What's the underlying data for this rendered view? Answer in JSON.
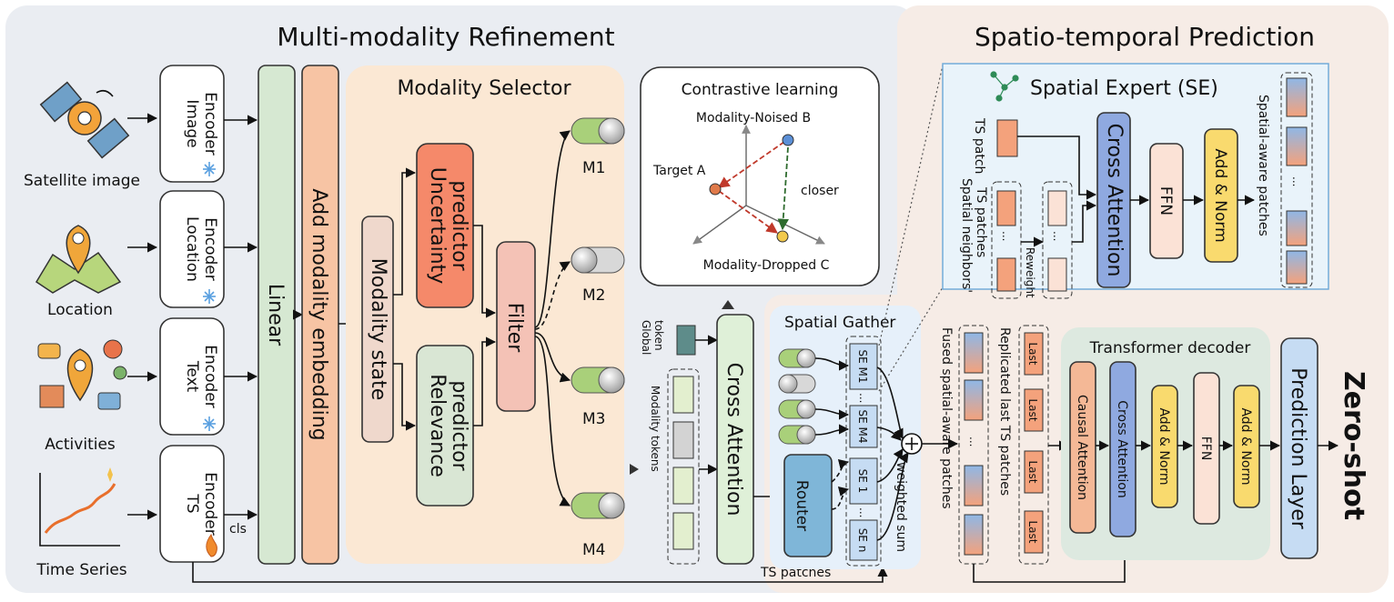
{
  "sections": {
    "left_title": "Multi-modality Refinement",
    "right_title": "Spatio-temporal Prediction"
  },
  "inputs": [
    {
      "label": "Satellite image",
      "icon": "satellite-icon"
    },
    {
      "label": "Location",
      "icon": "map-pin-icon"
    },
    {
      "label": "Activities",
      "icon": "activities-icon"
    },
    {
      "label": "Time Series",
      "icon": "time-series-icon"
    }
  ],
  "encoders": {
    "image": [
      "Image",
      "Encoder"
    ],
    "location": [
      "Location",
      "Encoder"
    ],
    "text": [
      "Text",
      "Encoder"
    ],
    "ts": [
      "TS",
      "Encoder"
    ],
    "frozen_icon": "snowflake-icon",
    "trainable_icon": "flame-icon"
  },
  "cls_label": "cls",
  "linear_label": "Linear",
  "add_modality_label": "Add modality embedding",
  "selector": {
    "title": "Modality Selector",
    "state": "Modality state",
    "uncertainty": [
      "Uncertainty",
      "predictor"
    ],
    "relevance": [
      "Relevance",
      "predictor"
    ],
    "filter": "Filter",
    "switches": [
      "M1",
      "M2",
      "M3",
      "M4"
    ]
  },
  "contrastive": {
    "title": "Contrastive learning",
    "noised": "Modality-Noised B",
    "target": "Target A",
    "dropped": "Modality-Dropped C",
    "closer": "closer"
  },
  "global_token": [
    "Global",
    "token"
  ],
  "modality_tokens": "Modality tokens",
  "cross_attention": "Cross Attention",
  "ts_patches": "TS patches",
  "spatial_gather": {
    "title": "Spatial Gather",
    "router": "Router",
    "se_top": [
      "SE M1",
      "...",
      "SE M4"
    ],
    "se_bottom": [
      "SE 1",
      "...",
      "SE n"
    ],
    "weighted_sum": "weighted sum"
  },
  "spatial_expert": {
    "title": "Spatial Expert (SE)",
    "ts_patch": "TS patch",
    "neighbors": [
      "Spatial neighbors'",
      "TS patches"
    ],
    "reweight": "Reweight",
    "cross_attention": "Cross Attention",
    "ffn": "FFN",
    "add_norm": "Add & Norm",
    "output": "Spatial-aware patches",
    "dots": "..."
  },
  "fused_label": "Fused spatial-aware patches",
  "replicated_label": "Replicated last TS patches",
  "last_label": "Last",
  "decoder": {
    "title": "Transformer decoder",
    "blocks": [
      "Causal Attention",
      "Cross Attention",
      "Add & Norm",
      "FFN",
      "Add & Norm"
    ]
  },
  "prediction_layer": "Prediction Layer",
  "zero_shot": "Zero-shot",
  "colors": {
    "left_panel": "#eaedf2",
    "right_panel": "#f6ece6",
    "selector_bg": "#fbe8d4",
    "linear": "#d6e8d2",
    "add_modality": "#f7c4a4",
    "state": "#efd8cc",
    "uncertainty": "#f5896a",
    "relevance": "#d9e6d4",
    "filter": "#f4c2b6",
    "cross_attention_green": "#dff0d8",
    "se_panel": "#e9f3fa",
    "se_cross_attention": "#8fa9e0",
    "ffn": "#fbe2d6",
    "add_norm": "#f9da6e",
    "decoder_bg": "#dde9e0",
    "prediction": "#c6dcf3",
    "router": "#7fb6d8",
    "ts_patch": "#f4a27c"
  }
}
